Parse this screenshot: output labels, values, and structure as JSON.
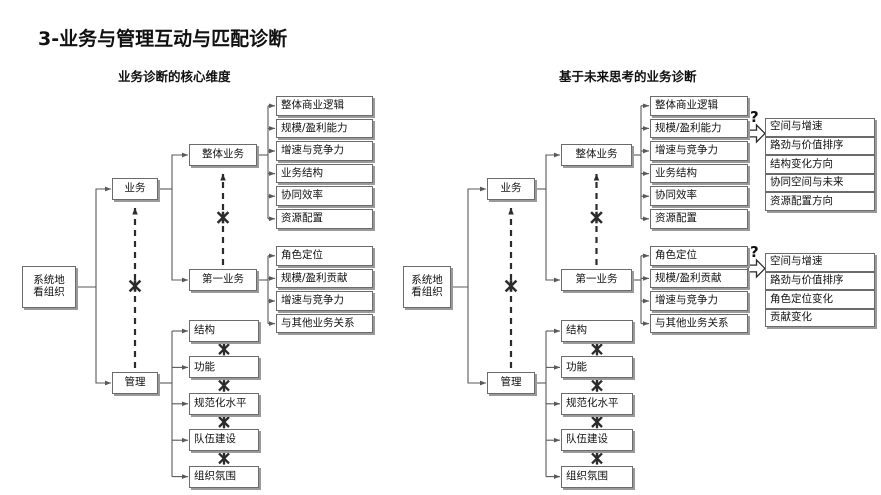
{
  "page": {
    "title": "3-业务与管理互动与匹配诊断",
    "background": "#ffffff",
    "box_border_color": "#6b6b6b",
    "line_color": "#595959",
    "text_color": "#111111"
  },
  "panels": [
    {
      "id": "left",
      "subtitle": "业务诊断的核心维度",
      "root": {
        "line1": "系统地",
        "line2": "看组织"
      },
      "branches": [
        {
          "label": "业务"
        },
        {
          "label": "管理"
        }
      ],
      "business_groups": [
        {
          "label": "整体业务",
          "items": [
            "整体商业逻辑",
            "规模/盈利能力",
            "增速与竞争力",
            "业务结构",
            "协同效率",
            "资源配置"
          ]
        },
        {
          "label": "第一业务",
          "items": [
            "角色定位",
            "规模/盈利贡献",
            "增速与竞争力",
            "与其他业务关系"
          ]
        }
      ],
      "management_items": [
        "结构",
        "功能",
        "规范化水平",
        "队伍建设",
        "组织氛围"
      ],
      "markers": {
        "cross": "✖",
        "link": "✖"
      }
    },
    {
      "id": "right",
      "subtitle": "基于未来思考的业务诊断",
      "root": {
        "line1": "系统地",
        "line2": "看组织"
      },
      "branches": [
        {
          "label": "业务"
        },
        {
          "label": "管理"
        }
      ],
      "business_groups": [
        {
          "label": "整体业务",
          "items": [
            "整体商业逻辑",
            "规模/盈利能力",
            "增速与竞争力",
            "业务结构",
            "协同效率",
            "资源配置"
          ],
          "outcome": {
            "question": "?",
            "items": [
              "空间与增速",
              "路劲与价值排序",
              "结构变化方向",
              "协同空间与未来",
              "资源配置方向"
            ]
          }
        },
        {
          "label": "第一业务",
          "items": [
            "角色定位",
            "规模/盈利贡献",
            "增速与竞争力",
            "与其他业务关系"
          ],
          "outcome": {
            "question": "?",
            "items": [
              "空间与增速",
              "路劲与价值排序",
              "角色定位变化",
              "贡献变化"
            ]
          }
        }
      ],
      "management_items": [
        "结构",
        "功能",
        "规范化水平",
        "队伍建设",
        "组织氛围"
      ],
      "markers": {
        "cross": "✖",
        "link": "✖"
      }
    }
  ]
}
